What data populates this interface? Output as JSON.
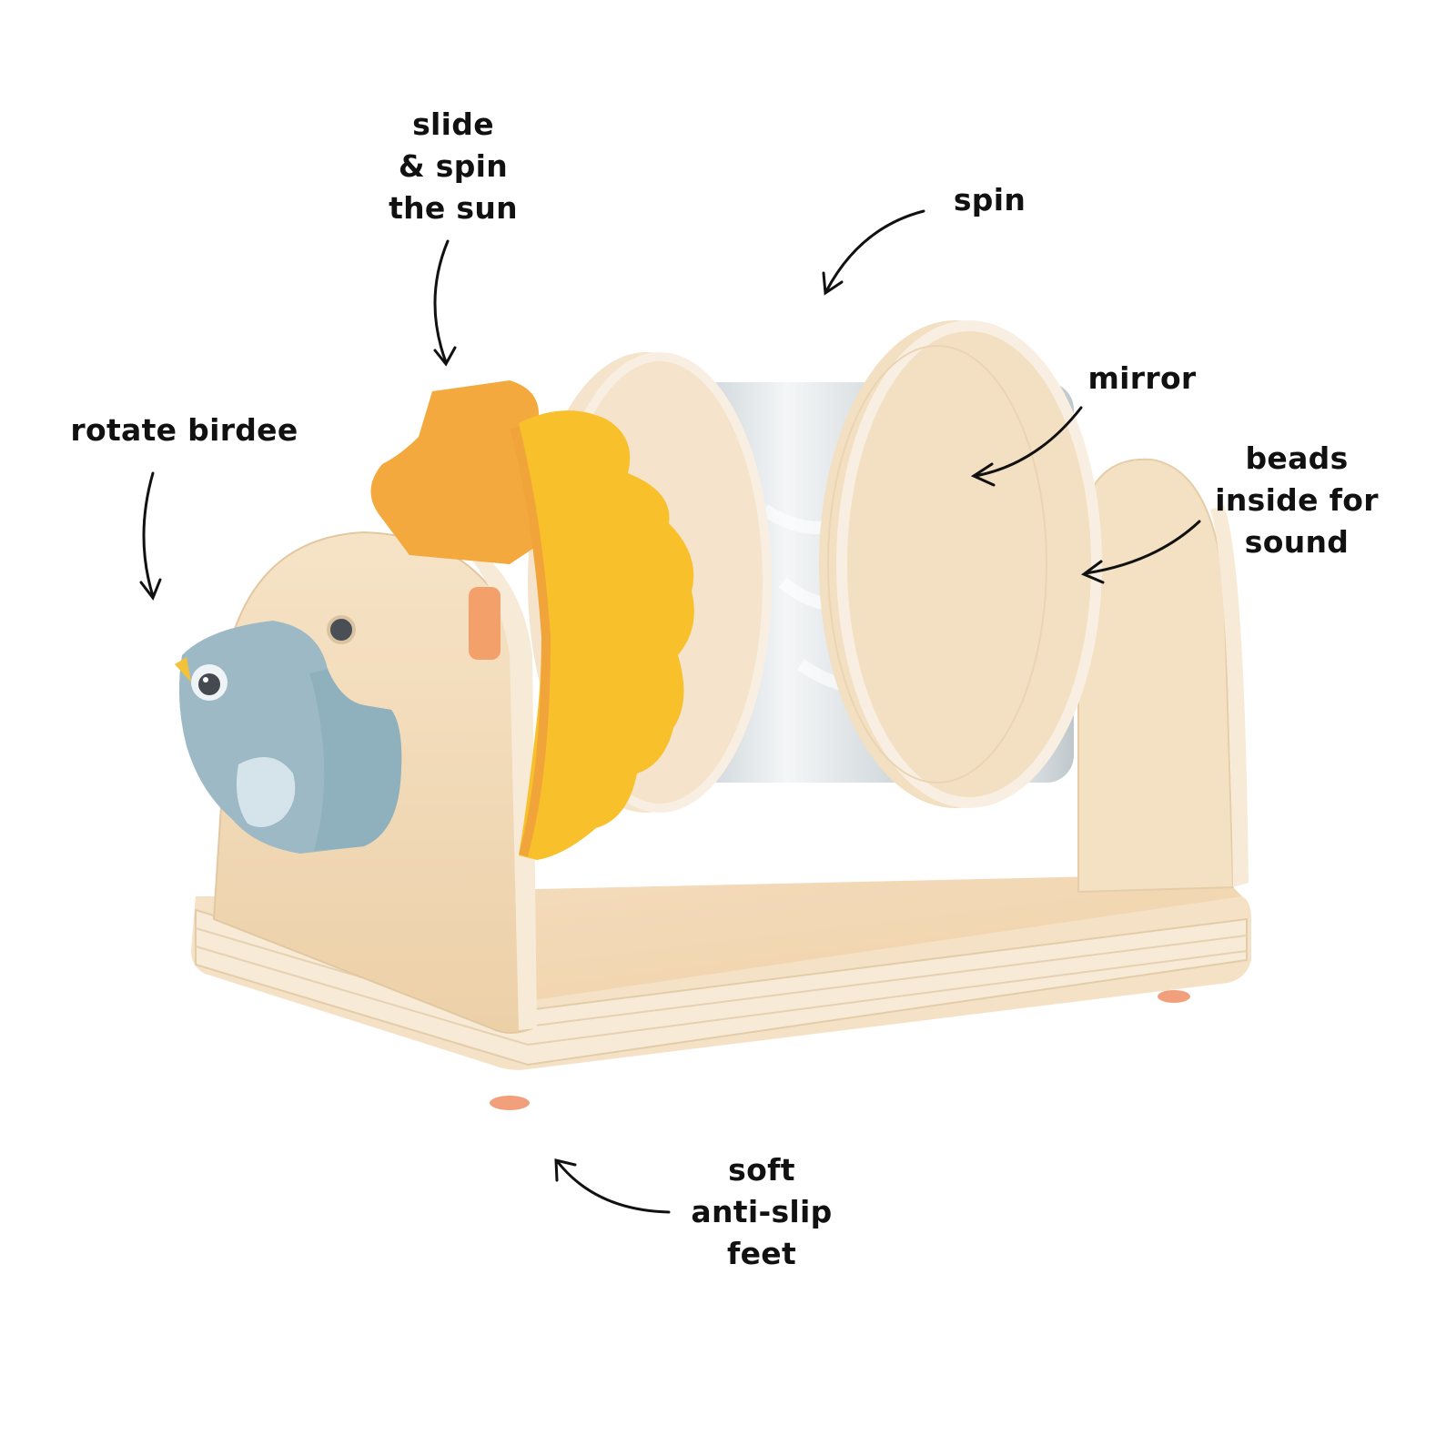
{
  "colors": {
    "background": "#ffffff",
    "text": "#111111",
    "wood_light": "#f3dfc2",
    "wood_mid": "#e8c9a0",
    "wood_edge": "#f6ead6",
    "sun_yellow": "#f7bb2a",
    "sun_orange": "#f3a43a",
    "bird_blue": "#9bb8c4",
    "bird_wing": "#cfe0e6",
    "mirror": "#d8dde0",
    "feet": "#f2a07b"
  },
  "callouts": {
    "slide_spin_sun": {
      "lines": [
        "slide",
        "& spin",
        "the sun"
      ]
    },
    "spin": {
      "lines": [
        "spin"
      ]
    },
    "rotate_birdee": {
      "lines": [
        "rotate birdee"
      ]
    },
    "mirror": {
      "lines": [
        "mirror"
      ]
    },
    "beads": {
      "lines": [
        "beads",
        "inside for",
        "sound"
      ]
    },
    "feet": {
      "lines": [
        "soft",
        "anti-slip",
        "feet"
      ]
    }
  },
  "product": {
    "parts": [
      "base",
      "left-support",
      "right-support",
      "mirror-cylinder",
      "sun-gear",
      "bird-knob",
      "anti-slip-feet"
    ]
  }
}
